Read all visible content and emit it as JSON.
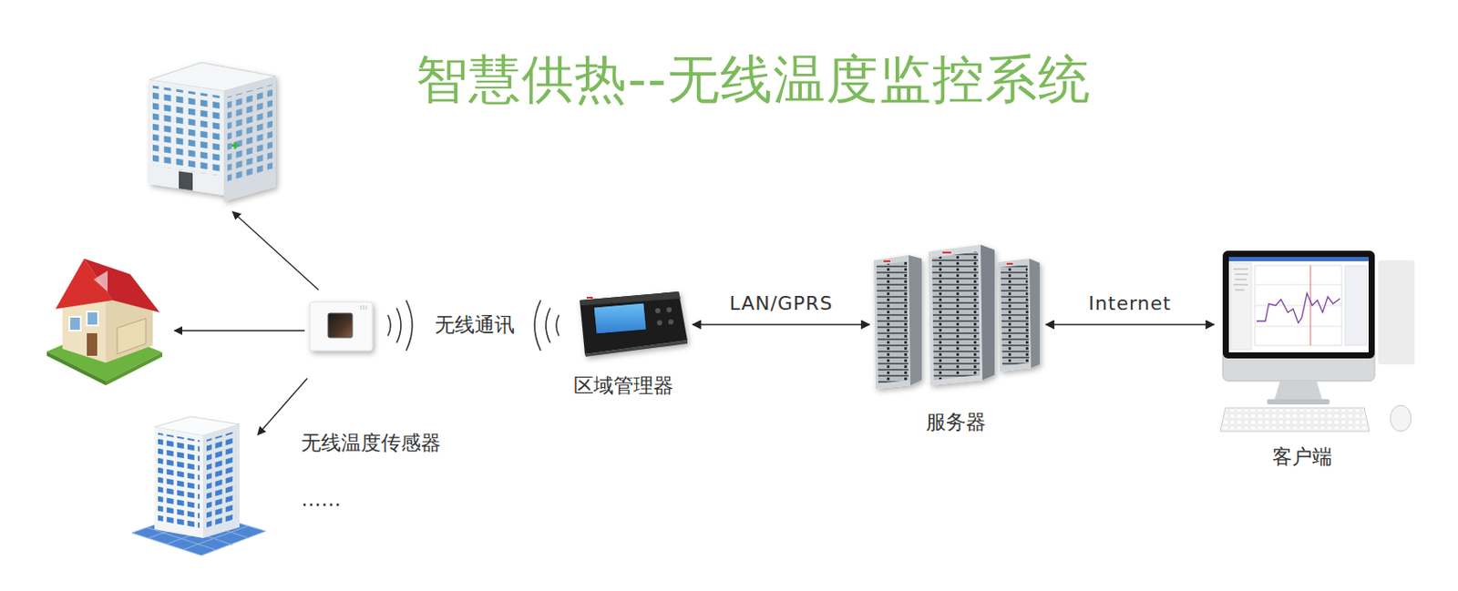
{
  "diagram": {
    "title": "智慧供热--无线温度监控系统",
    "nodes": [
      {
        "text": [
          "无线温度传感器"
        ]
      },
      {
        "text": [
          "区域管理器"
        ]
      },
      {
        "text": [
          "服务器"
        ]
      },
      {
        "text": [
          "客户端"
        ]
      }
    ],
    "edges": [
      {
        "from": 1,
        "to": 2,
        "label": "LAN/GPRS",
        "arrow": "both"
      },
      {
        "from": 2,
        "to": 3,
        "label": "Internet",
        "arrow": "both"
      }
    ],
    "labels": [
      "无线通讯",
      "……"
    ]
  }
}
